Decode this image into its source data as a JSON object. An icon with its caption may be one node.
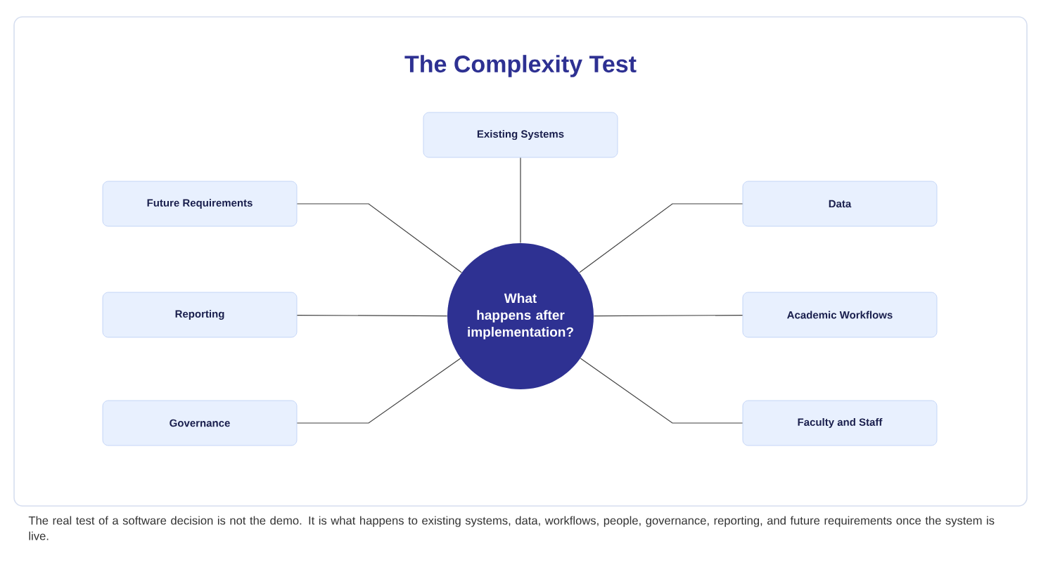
{
  "diagram": {
    "title": "The Complexity Test",
    "caption": "The real test of a software decision is not the demo. It is what happens to existing systems, data, workflows, people, governance, reporting, and future requirements once the system is live.",
    "nodes": [
      {
        "text": [
          "What happens after implementation?"
        ]
      },
      {
        "text": [
          "Existing Systems"
        ]
      },
      {
        "text": [
          "Future Requirements"
        ]
      },
      {
        "text": [
          "Data"
        ]
      },
      {
        "text": [
          "Reporting"
        ]
      },
      {
        "text": [
          "Academic Workflows"
        ]
      },
      {
        "text": [
          "Governance"
        ]
      },
      {
        "text": [
          "Faculty and Staff"
        ]
      }
    ],
    "edges": [
      {
        "from": 0,
        "to": 1,
        "arrow": "none"
      },
      {
        "from": 0,
        "to": 2,
        "arrow": "none"
      },
      {
        "from": 0,
        "to": 3,
        "arrow": "none"
      },
      {
        "from": 0,
        "to": 4,
        "arrow": "none"
      },
      {
        "from": 0,
        "to": 5,
        "arrow": "none"
      },
      {
        "from": 0,
        "to": 6,
        "arrow": "none"
      },
      {
        "from": 0,
        "to": 7,
        "arrow": "none"
      }
    ]
  }
}
